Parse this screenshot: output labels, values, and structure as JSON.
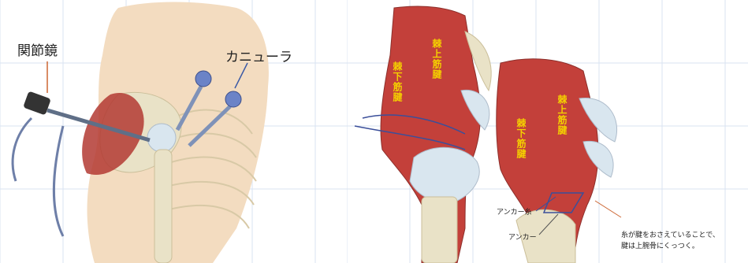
{
  "left_panel": {
    "labels": {
      "arthroscope": "関節鏡",
      "cannula": "カニューラ"
    }
  },
  "right_panel": {
    "labels": {
      "supraspinatus_tendon": "棘上筋腱",
      "infraspinatus_tendon": "棘下筋腱",
      "supraspinatus_tendon_2": "棘上筋腱",
      "infraspinatus_tendon_2": "棘下筋腱",
      "anchor_thread": "アンカー糸",
      "anchor": "アンカー"
    },
    "note_line1": "糸が腱をおさえていることで、",
    "note_line2": "腱は上腕骨にくっつく。"
  },
  "colors": {
    "skin": "#f3dcc0",
    "bone": "#e9e2c7",
    "muscle": "#b33a32",
    "cartilage": "#d9e6ef",
    "scope": "#5f6f87",
    "grid": "#d8e3f2",
    "label_yellow": "#f4d000"
  }
}
